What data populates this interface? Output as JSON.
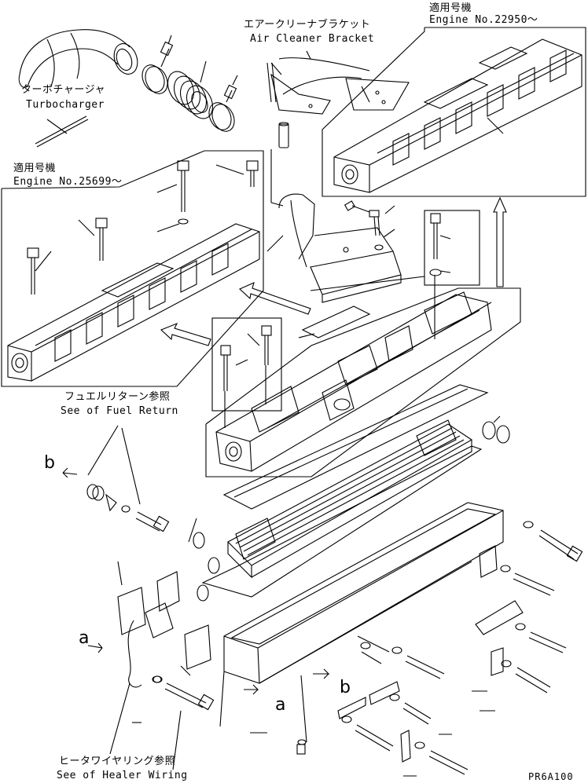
{
  "labels": {
    "turbo_jp": "ターボチャージャ",
    "turbo_en": "Turbocharger",
    "bracket_jp": "エアークリーナブラケット",
    "bracket_en": "Air Cleaner Bracket",
    "engine_a_jp": "適用号機",
    "engine_a_no": "Engine No.22950～",
    "engine_b_jp": "適用号機",
    "engine_b_no": "Engine No.25699～",
    "fuel_jp": "フュエルリターン参照",
    "fuel_en": "See of Fuel Return",
    "heater_jp": "ヒータワイヤリング参照",
    "heater_en": "See of Healer Wiring",
    "callout_a1": "a",
    "callout_a2": "a",
    "callout_b1": "b",
    "callout_b2": "b",
    "drawing_code": "PR6A100"
  }
}
